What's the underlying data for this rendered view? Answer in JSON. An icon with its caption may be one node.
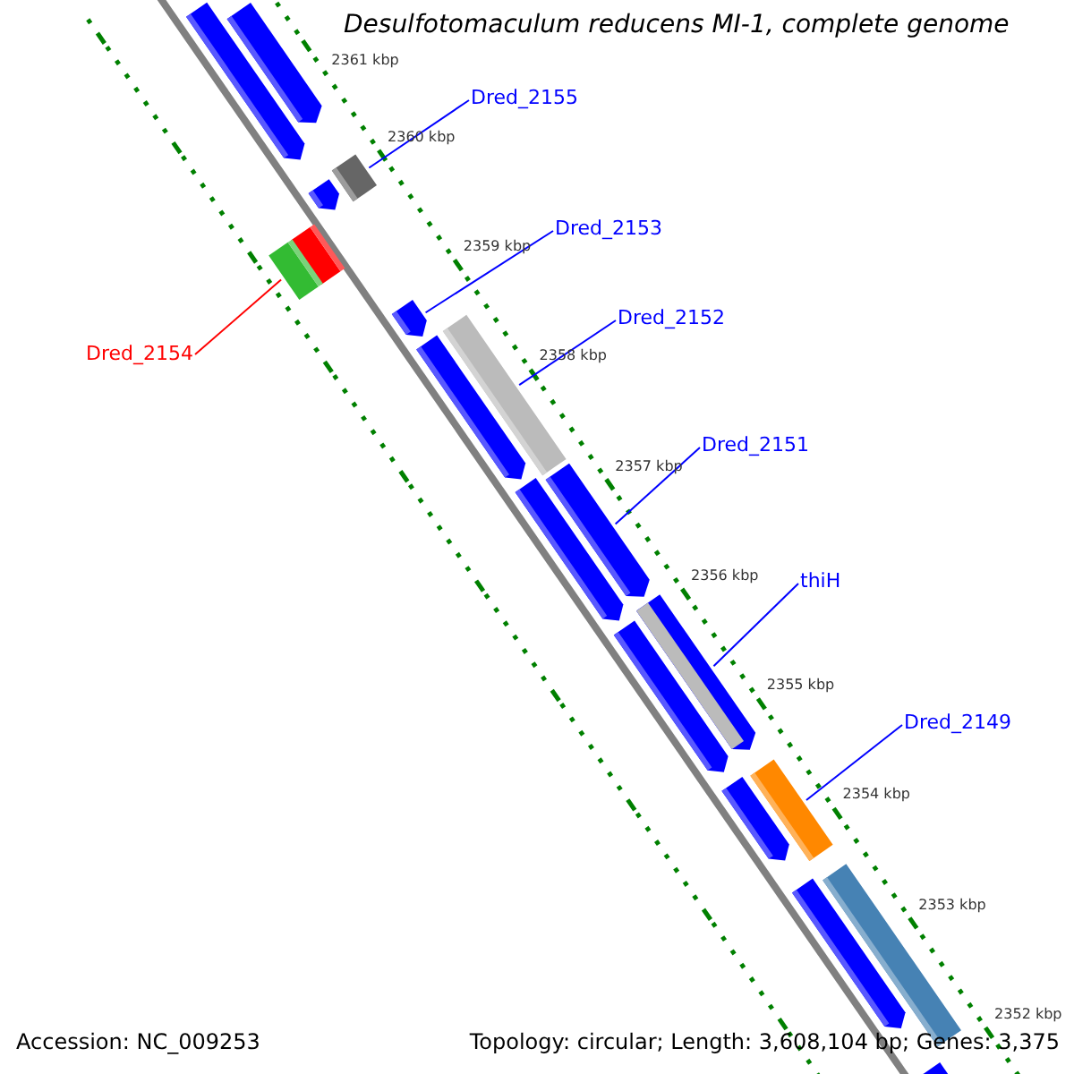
{
  "diagram": {
    "title": "Desulfotomaculum reducens MI-1, complete genome",
    "nodes": [
      {
        "text": [
          "Dred_2155"
        ]
      },
      {
        "text": [
          "Dred_2153"
        ]
      },
      {
        "text": [
          "Dred_2152"
        ]
      },
      {
        "text": [
          "Dred_2154"
        ]
      },
      {
        "text": [
          "Dred_2151"
        ]
      },
      {
        "text": [
          "thiH"
        ]
      },
      {
        "text": [
          "Dred_2149"
        ]
      },
      {
        "text": [],
        "shape": "bar"
      },
      {
        "text": [],
        "shape": "bar"
      },
      {
        "text": [],
        "shape": "bar"
      },
      {
        "text": [],
        "shape": "bar"
      },
      {
        "text": [],
        "shape": "bar"
      },
      {
        "text": [],
        "shape": "bar"
      },
      {
        "text": [],
        "shape": "bar"
      },
      {
        "text": [],
        "shape": "bar"
      },
      {
        "text": [],
        "shape": "bar"
      },
      {
        "text": [],
        "shape": "bar"
      },
      {
        "text": [],
        "shape": "bar"
      },
      {
        "text": [],
        "shape": "bar"
      },
      {
        "text": [],
        "shape": "bar"
      },
      {
        "text": [],
        "shape": "bar"
      },
      {
        "text": [],
        "shape": "bar"
      },
      {
        "text": [],
        "shape": "bar"
      },
      {
        "text": [],
        "shape": "bar"
      },
      {
        "text": [],
        "shape": "bar"
      }
    ],
    "edges": [
      {
        "from": 0,
        "to": 9,
        "arrow": "none"
      },
      {
        "from": 1,
        "to": 13,
        "arrow": "none"
      },
      {
        "from": 2,
        "to": 14,
        "arrow": "none"
      },
      {
        "from": 3,
        "to": 12,
        "arrow": "none",
        "color": "#ff0000"
      },
      {
        "from": 4,
        "to": 17,
        "arrow": "none"
      },
      {
        "from": 5,
        "to": 18,
        "arrow": "none"
      },
      {
        "from": 6,
        "to": 21,
        "arrow": "none"
      }
    ],
    "labels": [
      "2361 kbp",
      "2360 kbp",
      "2359 kbp",
      "2358 kbp",
      "2357 kbp",
      "2356 kbp",
      "2355 kbp",
      "2354 kbp",
      "2353 kbp",
      "2352 kbp",
      "Accession: NC_009253",
      "Topology: circular; Length: 3,608,104 bp; Genes: 3,375"
    ]
  }
}
